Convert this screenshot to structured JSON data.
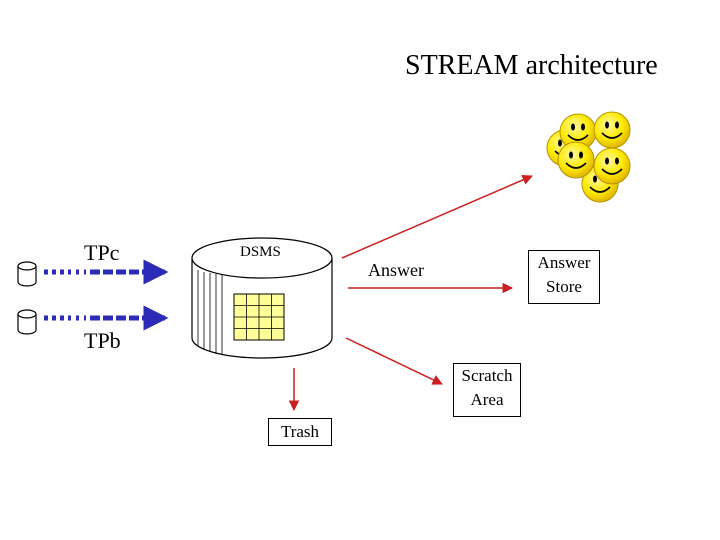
{
  "slide": {
    "title": "STREAM architecture",
    "sources": {
      "top_label": "TPc",
      "bottom_label": "TPb"
    },
    "dsms": {
      "label": "DSMS"
    },
    "answer": {
      "label": "Answer"
    },
    "answer_store": {
      "line1": "Answer",
      "line2": "Store"
    },
    "scratch_area": {
      "line1": "Scratch",
      "line2": "Area"
    },
    "trash": {
      "label": "Trash"
    },
    "users": {
      "icon": "smiley-face-icon",
      "count": 6
    }
  },
  "colors": {
    "stream_arrow": "#2b2bb8",
    "flow_arrow": "#cc1f1f",
    "smiley_fill": "#ffeb00",
    "cylinder_grid_fill": "#ffff99"
  }
}
